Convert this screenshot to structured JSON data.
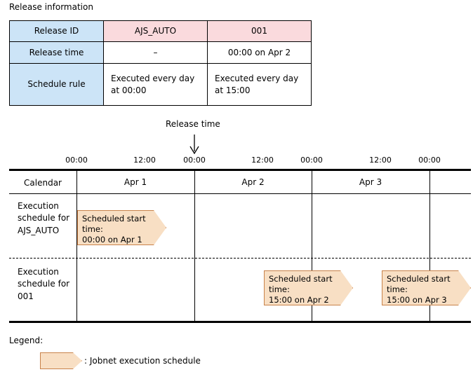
{
  "release_info": {
    "title": "Release information",
    "rows": [
      {
        "header": "Release ID",
        "col1": "AJS_AUTO",
        "col2": "001"
      },
      {
        "header": "Release time",
        "col1": "–",
        "col2": "00:00 on Apr 2"
      },
      {
        "header": "Schedule rule",
        "col1": "Executed every day\nat 00:00",
        "col2": "Executed every day\nat 15:00"
      }
    ],
    "colors": {
      "header_fill": "#cce4f7",
      "id_fill": "#fadadd",
      "border": "#000000"
    }
  },
  "release_marker": {
    "label": "Release time",
    "icon": "down-arrow-icon"
  },
  "timeline": {
    "ticks": [
      "00:00",
      "12:00",
      "00:00",
      "12:00",
      "00:00",
      "12:00",
      "00:00"
    ],
    "calendar_row_label": "Calendar",
    "days": [
      "Apr 1",
      "Apr 2",
      "Apr 3"
    ],
    "rows": [
      {
        "label": "Execution\nschedule for\nAJS_AUTO",
        "items": [
          {
            "text": "Scheduled start\ntime:\n00:00 on Apr 1"
          }
        ]
      },
      {
        "label": "Execution\nschedule for\n001",
        "items": [
          {
            "text": "Scheduled start\ntime:\n15:00 on Apr 2"
          },
          {
            "text": "Scheduled start\ntime:\n15:00 on Apr 3"
          }
        ]
      }
    ]
  },
  "legend": {
    "title": "Legend:",
    "entry_text": ": Jobnet execution schedule",
    "swatch_fill": "#f8dfc4",
    "swatch_border": "#c8824a"
  }
}
